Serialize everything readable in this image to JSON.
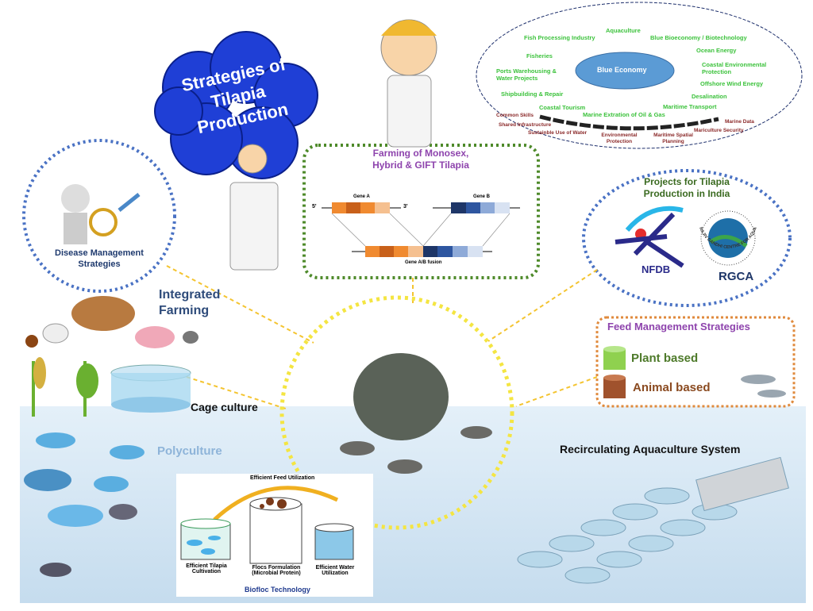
{
  "title": "Strategies of Tilapia Production",
  "blue_economy": {
    "center": "Blue Economy",
    "sectors": [
      "Aquaculture",
      "Fish Processing Industry",
      "Blue Bioeconomy / Biotechnology",
      "Fisheries",
      "Ocean Energy",
      "Ports Warehousing & Water Projects",
      "Coastal Environmental Protection",
      "Offshore Wind Energy",
      "Shipbuilding & Repair",
      "Desalination",
      "Coastal Tourism",
      "Maritime Transport",
      "Marine Extration of Oil & Gas"
    ],
    "chain": [
      "Common Skills",
      "Shared Infrastructure",
      "Sustainble Use of Water",
      "Environmental Protection",
      "Maritime Spatial Planning",
      "Mariculture Security",
      "Marine Data"
    ]
  },
  "disease": "Disease Management Strategies",
  "farming": {
    "title": "Farming of Monosex, Hybrid & GIFT Tilapia",
    "gene_a": "Gene A",
    "gene_b": "Gene B",
    "fusion": "Gene A/B fusion",
    "five": "5'",
    "three": "3'"
  },
  "projects": {
    "title": "Projects for Tilapia Production in India",
    "logo1": "NFDB",
    "logo2": "RGCA",
    "logo2_ring": "RAJIV GANDHI CENTRE FOR AQUACULTURE"
  },
  "integrated": "Integrated Farming",
  "feed": {
    "title": "Feed Management Strategies",
    "plant": "Plant based",
    "animal": "Animal based"
  },
  "cage": "Cage culture",
  "poly": "Polyculture",
  "ras": "Recirculating Aquaculture System",
  "biofloc": {
    "top": "Efficient Feed Utilization",
    "left": "Efficient Tilapia Cultivation",
    "mid": "Flocs Formulation (Microbial Protein)",
    "right": "Efficient Water Utilization",
    "title": "Biofloc Technology"
  },
  "colors": {
    "cloud": "#1f3fd6",
    "blue_oval": "#5b9bd5",
    "green": "#3cc23c",
    "purple": "#8e44ad",
    "yellow": "#f4e542",
    "water": "#cfe3f2"
  }
}
